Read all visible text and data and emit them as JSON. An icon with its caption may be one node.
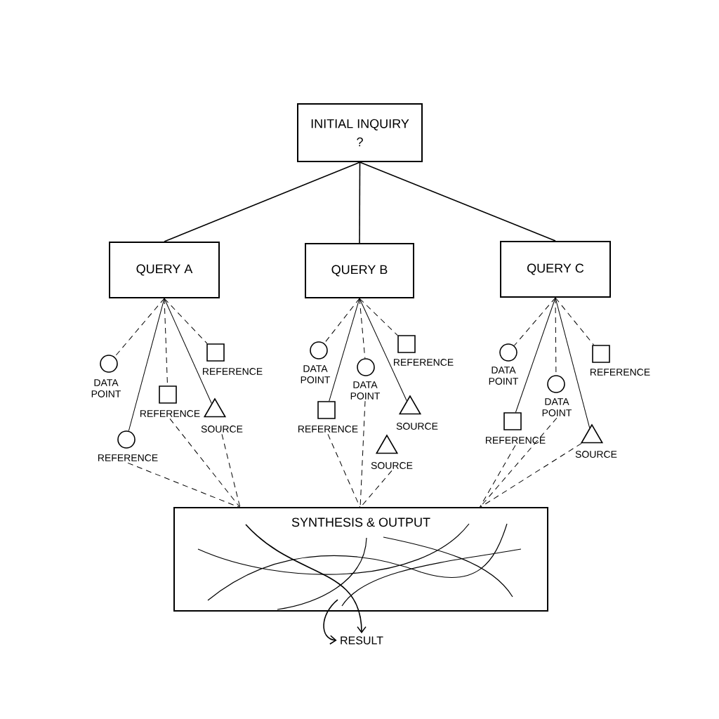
{
  "diagram": {
    "nodes": [
      {
        "text": [
          "INITIAL INQUIRY",
          "?"
        ]
      },
      {
        "text": [
          "QUERY A"
        ]
      },
      {
        "text": [
          "QUERY B"
        ]
      },
      {
        "text": [
          "QUERY C"
        ]
      },
      {
        "text": [
          "DATA POINT"
        ]
      },
      {
        "text": [
          "REFERENCE"
        ]
      },
      {
        "text": [
          "REFERENCE"
        ]
      },
      {
        "text": [
          "SOURCE"
        ]
      },
      {
        "text": [
          "REFERENCE"
        ]
      },
      {
        "text": [
          "DATA POINT"
        ]
      },
      {
        "text": [
          "REFERENCE"
        ]
      },
      {
        "text": [
          "DATA POINT"
        ]
      },
      {
        "text": [
          "REFERENCE"
        ]
      },
      {
        "text": [
          "SOURCE"
        ]
      },
      {
        "text": [
          "SOURCE"
        ]
      },
      {
        "text": [
          "DATA POINT"
        ]
      },
      {
        "text": [
          "REFERENCE"
        ]
      },
      {
        "text": [
          "DATA POINT"
        ]
      },
      {
        "text": [
          "REFERENCE"
        ]
      },
      {
        "text": [
          "SOURCE"
        ]
      },
      {
        "text": [
          "SYNTHESIS & OUTPUT"
        ]
      },
      {
        "text": [
          "RESULT"
        ]
      }
    ],
    "edges": [
      {
        "from": 0,
        "to": 1,
        "arrow": "none"
      },
      {
        "from": 0,
        "to": 2,
        "arrow": "none"
      },
      {
        "from": 0,
        "to": 3,
        "arrow": "none"
      },
      {
        "from": 1,
        "to": 4,
        "arrow": "none",
        "style": "dashed"
      },
      {
        "from": 1,
        "to": 6,
        "arrow": "none",
        "style": "dashed"
      },
      {
        "from": 1,
        "to": 5,
        "arrow": "none",
        "style": "dashed"
      },
      {
        "from": 1,
        "to": 8,
        "arrow": "none"
      },
      {
        "from": 1,
        "to": 7,
        "arrow": "none"
      },
      {
        "from": 8,
        "to": 20,
        "arrow": "none",
        "style": "dashed"
      },
      {
        "from": 6,
        "to": 20,
        "arrow": "none",
        "style": "dashed"
      },
      {
        "from": 7,
        "to": 20,
        "arrow": "none",
        "style": "dashed"
      },
      {
        "from": 2,
        "to": 9,
        "arrow": "none",
        "style": "dashed"
      },
      {
        "from": 2,
        "to": 11,
        "arrow": "none",
        "style": "dashed"
      },
      {
        "from": 2,
        "to": 10,
        "arrow": "none",
        "style": "dashed"
      },
      {
        "from": 2,
        "to": 12,
        "arrow": "none"
      },
      {
        "from": 2,
        "to": 13,
        "arrow": "none"
      },
      {
        "from": 12,
        "to": 20,
        "arrow": "none",
        "style": "dashed"
      },
      {
        "from": 11,
        "to": 20,
        "arrow": "none",
        "style": "dashed"
      },
      {
        "from": 14,
        "to": 20,
        "arrow": "none",
        "style": "dashed"
      },
      {
        "from": 3,
        "to": 15,
        "arrow": "none",
        "style": "dashed"
      },
      {
        "from": 3,
        "to": 17,
        "arrow": "none",
        "style": "dashed"
      },
      {
        "from": 3,
        "to": 16,
        "arrow": "none",
        "style": "dashed"
      },
      {
        "from": 3,
        "to": 18,
        "arrow": "none"
      },
      {
        "from": 3,
        "to": 19,
        "arrow": "none"
      },
      {
        "from": 18,
        "to": 20,
        "arrow": "none",
        "style": "dashed"
      },
      {
        "from": 17,
        "to": 20,
        "arrow": "none",
        "style": "dashed"
      },
      {
        "from": 19,
        "to": 20,
        "arrow": "none",
        "style": "dashed"
      },
      {
        "from": 20,
        "to": 21,
        "arrow": "to"
      },
      {
        "from": 20,
        "to": 21,
        "arrow": "to"
      }
    ]
  }
}
